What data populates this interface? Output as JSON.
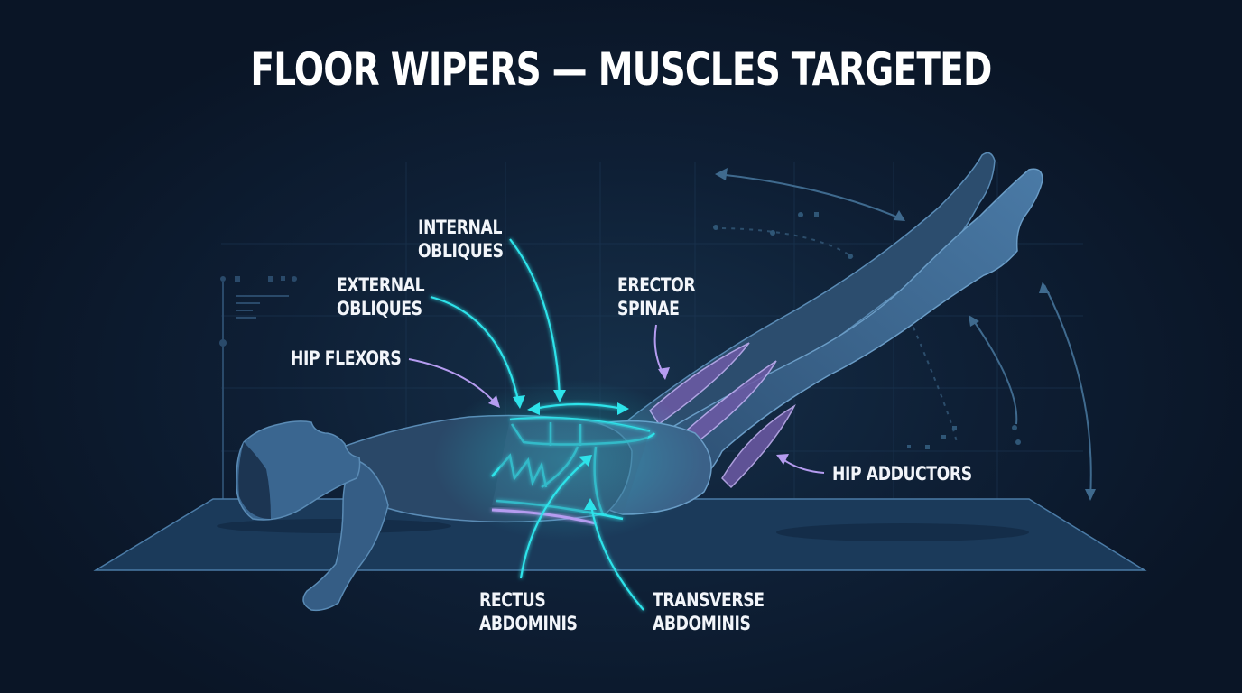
{
  "title": "FLOOR WIPERS — MUSCLES TARGETED",
  "colors": {
    "background": "#0b1628",
    "figure": "#3a6690",
    "figure_dark": "#1c3552",
    "mat": "#1b3a5a",
    "core_highlight": "#2de3ea",
    "secondary_highlight": "#b59cf0",
    "label_text": "#f2f5fa"
  },
  "labels": {
    "internal_obliques": {
      "line1": "INTERNAL",
      "line2": "OBLIQUES",
      "color": "cyan"
    },
    "external_obliques": {
      "line1": "EXTERNAL",
      "line2": "OBLIQUES",
      "color": "cyan"
    },
    "hip_flexors": {
      "line1": "HIP FLEXORS",
      "color": "lavender"
    },
    "erector_spinae": {
      "line1": "ERECTOR",
      "line2": "SPINAE",
      "color": "lavender"
    },
    "hip_adductors": {
      "line1": "HIP ADDUCTORS",
      "color": "lavender"
    },
    "rectus_abdominis": {
      "line1": "RECTUS",
      "line2": "ABDOMINIS",
      "color": "cyan"
    },
    "transverse_abdominis": {
      "line1": "TRANSVERSE",
      "line2": "ABDOMINIS",
      "color": "cyan"
    }
  }
}
